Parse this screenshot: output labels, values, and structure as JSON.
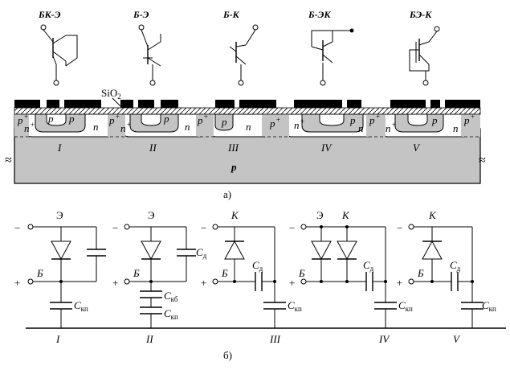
{
  "top": {
    "transistor_titles": [
      "БК-Э",
      "Б-Э",
      "Б-К",
      "Б-ЭК",
      "БЭ-К"
    ],
    "oxide_label_main": "SiO",
    "oxide_label_sub": "2",
    "substrate_label": "p",
    "regions": [
      "I",
      "II",
      "III",
      "IV",
      "V"
    ],
    "caption": "а)",
    "doping": {
      "p": "p",
      "n": "n",
      "p_plus": "p",
      "n_plus": "n",
      "plus": "+"
    }
  },
  "bottom": {
    "caption": "б)",
    "labels": {
      "emitter": "Э",
      "collector": "К",
      "base": "Б",
      "minus": "−",
      "plus": "+",
      "C": "C",
      "sub_kp": "кп",
      "sub_d": "д",
      "sub_kb": "кб"
    },
    "circuit_numbers": [
      "I",
      "II",
      "III",
      "IV",
      "V"
    ]
  },
  "colors": {
    "substrate": "#c4c4c4",
    "metal": "#000000",
    "line": "#000000",
    "background": "#ffffff"
  }
}
